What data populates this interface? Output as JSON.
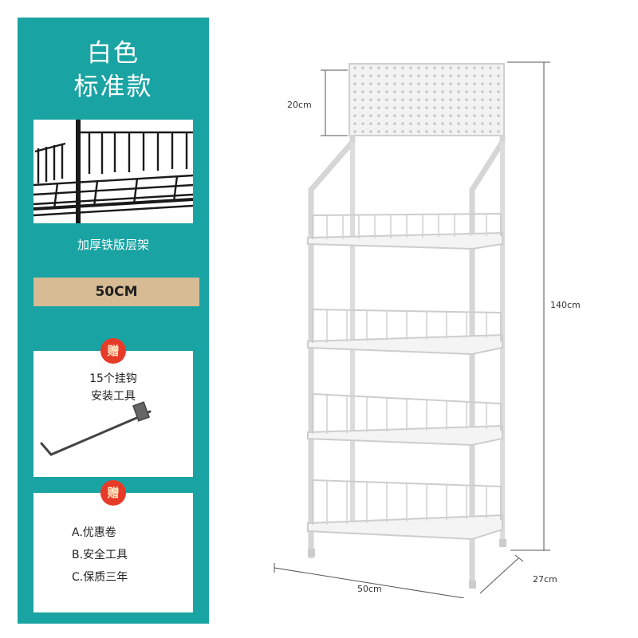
{
  "product": {
    "title_line1": "白色",
    "title_line2": "标准款",
    "shelf_caption": "加厚铁版层架",
    "size_tag": "50CM"
  },
  "gift1": {
    "badge": "赠",
    "line1": "15个挂钩",
    "line2": "安装工具"
  },
  "gift2": {
    "badge": "赠",
    "items": [
      "A.优惠卷",
      "B.安全工具",
      "C.保质三年"
    ]
  },
  "dimensions": {
    "header_height": "20cm",
    "total_height": "140cm",
    "width": "50cm",
    "depth": "27cm"
  },
  "colors": {
    "panel": "#1aa3a3",
    "size_tag": "#d6bb94",
    "badge": "#e53b28",
    "shelf": "#f2f2f2"
  }
}
